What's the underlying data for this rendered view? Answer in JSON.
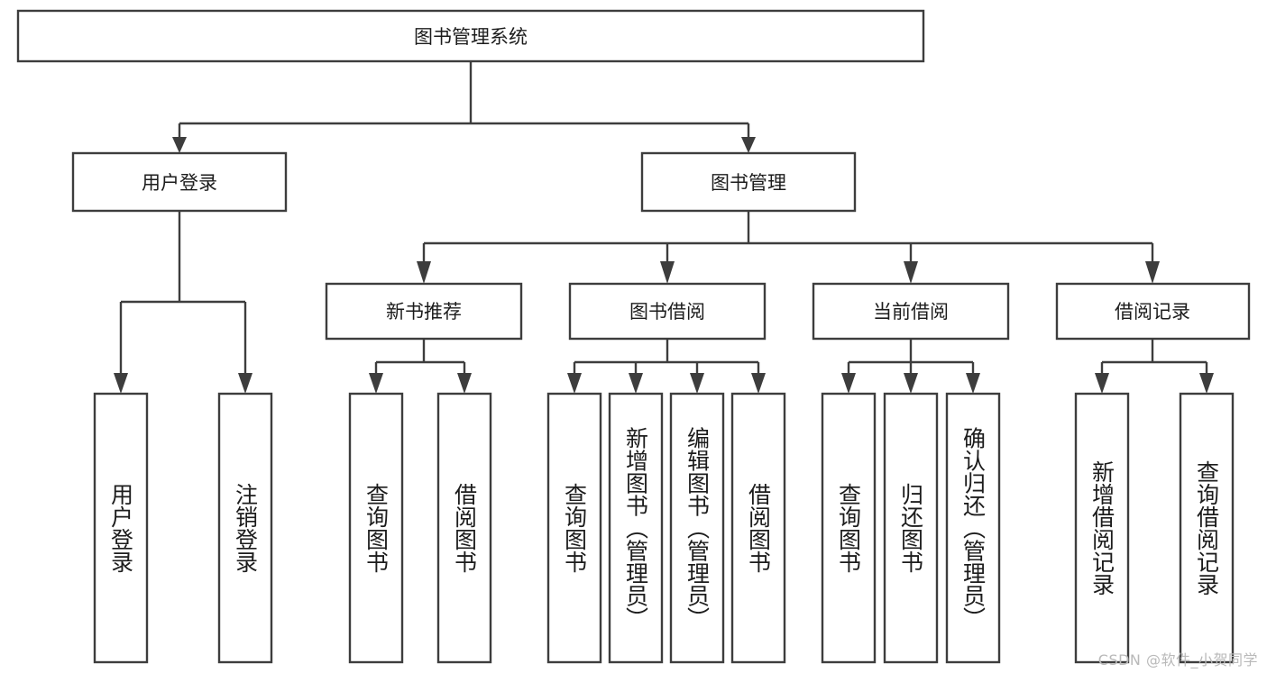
{
  "diagram": {
    "type": "tree-hierarchy-flowchart",
    "title": "图书管理系统",
    "watermark": "CSDN @软件_小贺同学",
    "colors": {
      "stroke": "#3d3d3d",
      "fill": "#ffffff",
      "text": "#1c1c1c",
      "watermark": "#b9b9b9",
      "background": "#ffffff"
    },
    "root": {
      "label": "图书管理系统"
    },
    "level2": [
      {
        "label": "用户登录"
      },
      {
        "label": "图书管理"
      }
    ],
    "level3": [
      {
        "label": "新书推荐"
      },
      {
        "label": "图书借阅"
      },
      {
        "label": "当前借阅"
      },
      {
        "label": "借阅记录"
      }
    ],
    "leaves": {
      "user_login": [
        {
          "label": "用户登录"
        },
        {
          "label": "注销登录"
        }
      ],
      "new_book": [
        {
          "label": "查询图书"
        },
        {
          "label": "借阅图书"
        }
      ],
      "book_borrow": [
        {
          "label": "查询图书"
        },
        {
          "label": "新增图书（管理员）"
        },
        {
          "label": "编辑图书（管理员）"
        },
        {
          "label": "借阅图书"
        }
      ],
      "current_borrow": [
        {
          "label": "查询图书"
        },
        {
          "label": "归还图书"
        },
        {
          "label": "确认归还（管理员）"
        }
      ],
      "borrow_record": [
        {
          "label": "新增借阅记录"
        },
        {
          "label": "查询借阅记录"
        }
      ]
    }
  }
}
